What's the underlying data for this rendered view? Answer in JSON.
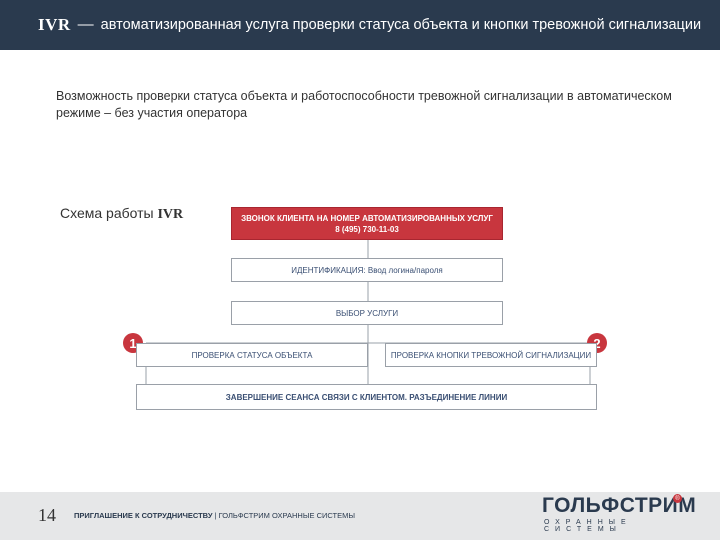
{
  "header": {
    "ivr": "IVR",
    "separator": "—",
    "title_rest": "автоматизированная услуга проверки статуса объекта и кнопки тревожной сигнализации"
  },
  "intro": "Возможность проверки статуса объекта и работоспособности тревожной сигнализации в автоматическом режиме – без участия оператора",
  "scheme": {
    "title_prefix": "Схема работы ",
    "title_ivr": "IVR",
    "step_call_line1": "ЗВОНОК КЛИЕНТА НА НОМЕР АВТОМАТИЗИРОВАННЫХ УСЛУГ",
    "step_call_line2": "8 (495) 730-11-03",
    "step_identification": "ИДЕНТИФИКАЦИЯ: Ввод логина/пароля",
    "step_service": "ВЫБОР УСЛУГИ",
    "badge_1": "1",
    "badge_2": "2",
    "option_status": "ПРОВЕРКА СТАТУСА ОБЪЕКТА",
    "option_alarm": "ПРОВЕРКА КНОПКИ ТРЕВОЖНОЙ СИГНАЛИЗАЦИИ",
    "step_end": "ЗАВЕРШЕНИЕ СЕАНСА СВЯЗИ С КЛИЕНТОМ. РАЗЪЕДИНЕНИЕ ЛИНИИ"
  },
  "footer": {
    "page_number": "14",
    "text_bold": "ПРИГЛАШЕНИЕ К СОТРУДНИЧЕСТВУ",
    "divider": " | ",
    "text_normal": "ГОЛЬФСТРИМ ОХРАННЫЕ СИСТЕМЫ"
  },
  "logo": {
    "brand": "ГОЛЬФСТРИМ",
    "sub": "ОХРАННЫЕ СИСТЕМЫ",
    "reg": "®"
  },
  "colors": {
    "header_bg": "#2a3a4e",
    "accent_red": "#c8363e",
    "box_text": "#3a4f73",
    "footer_bg": "#e6e7e8"
  }
}
